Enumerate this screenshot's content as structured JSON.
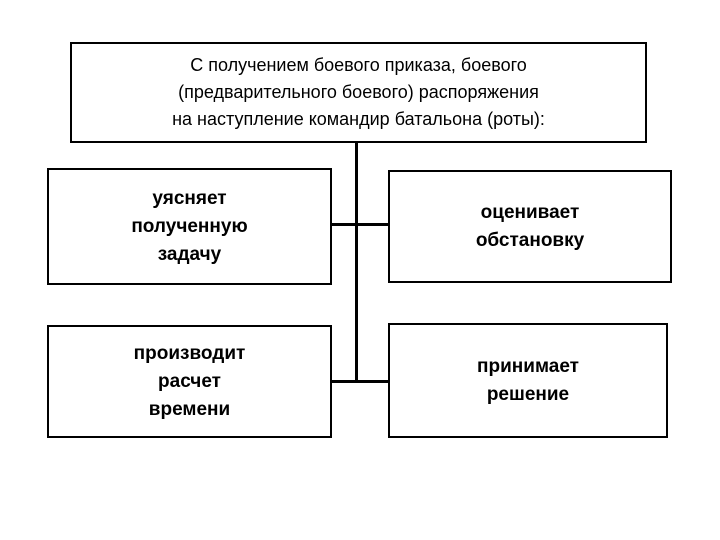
{
  "diagram": {
    "title_semantic": "commander-actions-on-receiving-combat-order",
    "colors": {
      "background": "#ffffff",
      "border": "#000000",
      "text": "#000000",
      "connector": "#000000"
    },
    "header": {
      "label": "С получением боевого приказа, боевого (предварительного боевого) распоряжения на наступление командир батальона (роты):",
      "lines": [
        "С получением боевого приказа, боевого",
        "(предварительного боевого) распоряжения",
        "на наступление командир батальона (роты):"
      ]
    },
    "boxes": [
      {
        "id": "clarify-task",
        "label": "уясняет полученную задачу",
        "lines": [
          "уясняет",
          "полученную",
          "задачу"
        ]
      },
      {
        "id": "assess-situation",
        "label": "оценивает обстановку",
        "lines": [
          "оценивает",
          "обстановку"
        ]
      },
      {
        "id": "time-calculation",
        "label": "производит расчет времени",
        "lines": [
          "производит",
          "расчет",
          "времени"
        ]
      },
      {
        "id": "make-decision",
        "label": "принимает решение",
        "lines": [
          "принимает",
          "решение"
        ]
      }
    ]
  }
}
